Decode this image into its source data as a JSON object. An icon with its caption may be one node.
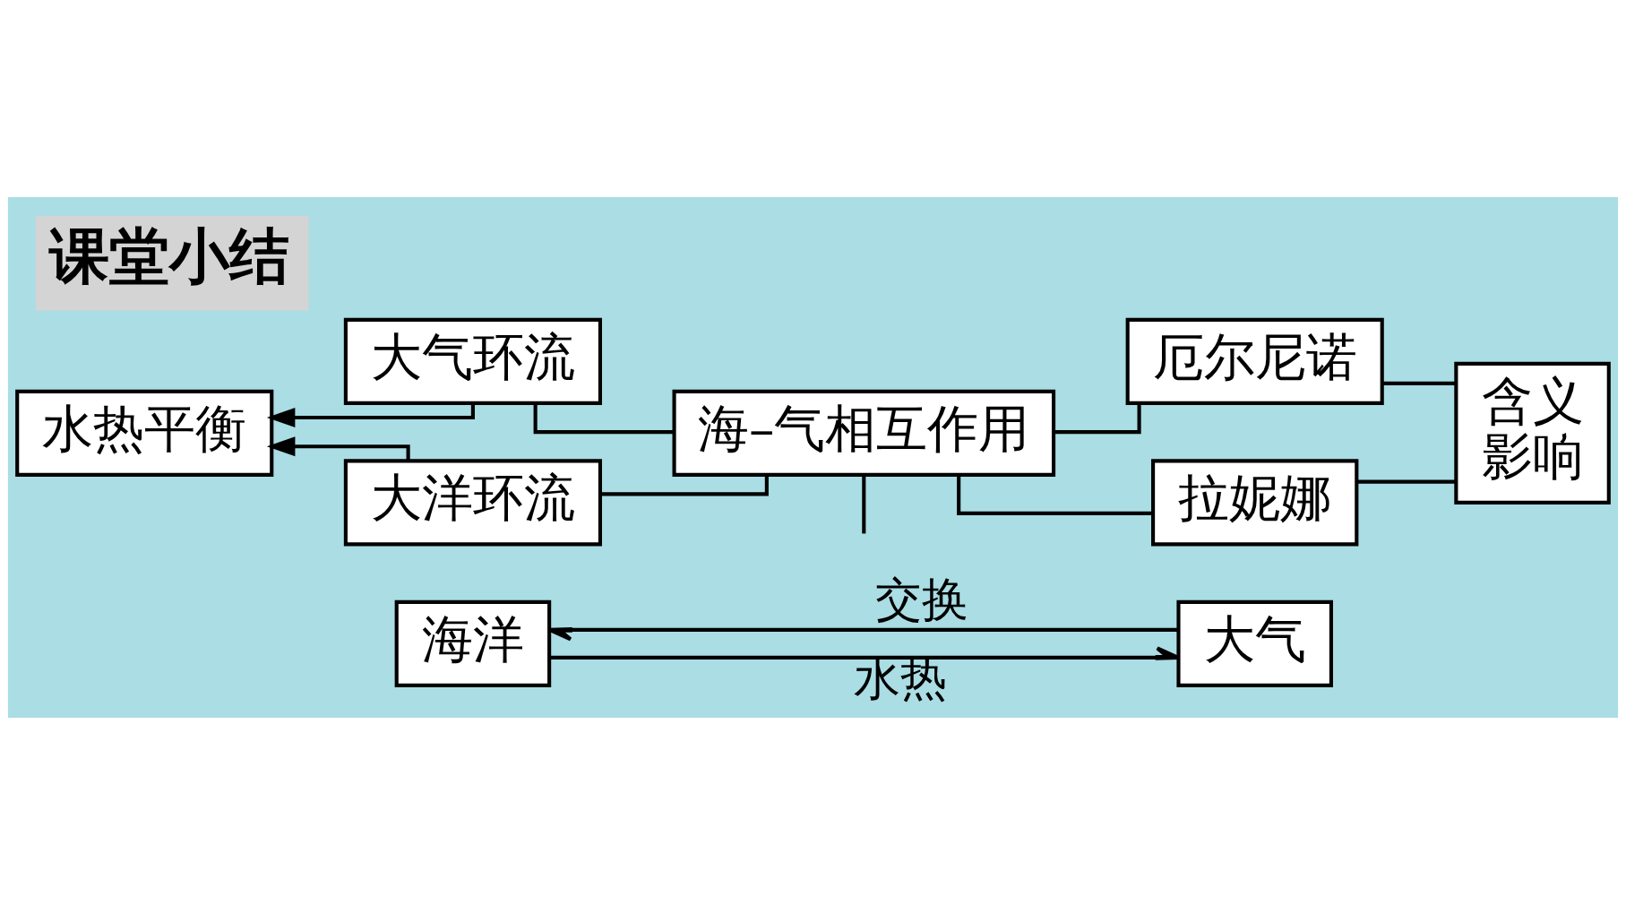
{
  "diagram": {
    "title": "课堂小结",
    "nodes": [
      {
        "text": [
          "水热平衡"
        ]
      },
      {
        "text": [
          "大气环流"
        ]
      },
      {
        "text": [
          "大洋环流"
        ]
      },
      {
        "text": [
          "海–气相互作用"
        ]
      },
      {
        "text": [
          "厄尔尼诺"
        ]
      },
      {
        "text": [
          "拉妮娜"
        ]
      },
      {
        "text": [
          "含义",
          "影响"
        ]
      },
      {
        "text": [
          "海洋"
        ]
      },
      {
        "text": [
          "大气"
        ]
      }
    ],
    "edges": [
      {
        "from": 1,
        "to": 0,
        "arrow": "to"
      },
      {
        "from": 2,
        "to": 0,
        "arrow": "to"
      },
      {
        "from": 3,
        "to": 1,
        "arrow": "none"
      },
      {
        "from": 3,
        "to": 2,
        "arrow": "none"
      },
      {
        "from": 4,
        "to": 3,
        "arrow": "none"
      },
      {
        "from": 5,
        "to": 3,
        "arrow": "none"
      },
      {
        "from": 6,
        "to": 4,
        "arrow": "none"
      },
      {
        "from": 6,
        "to": 5,
        "arrow": "none"
      },
      {
        "from": 3,
        "to": null,
        "arrow": "none"
      },
      {
        "from": 7,
        "to": 8,
        "arrow": "to",
        "label": "水热"
      },
      {
        "from": 8,
        "to": 7,
        "arrow": "to",
        "label": "交换"
      }
    ]
  }
}
